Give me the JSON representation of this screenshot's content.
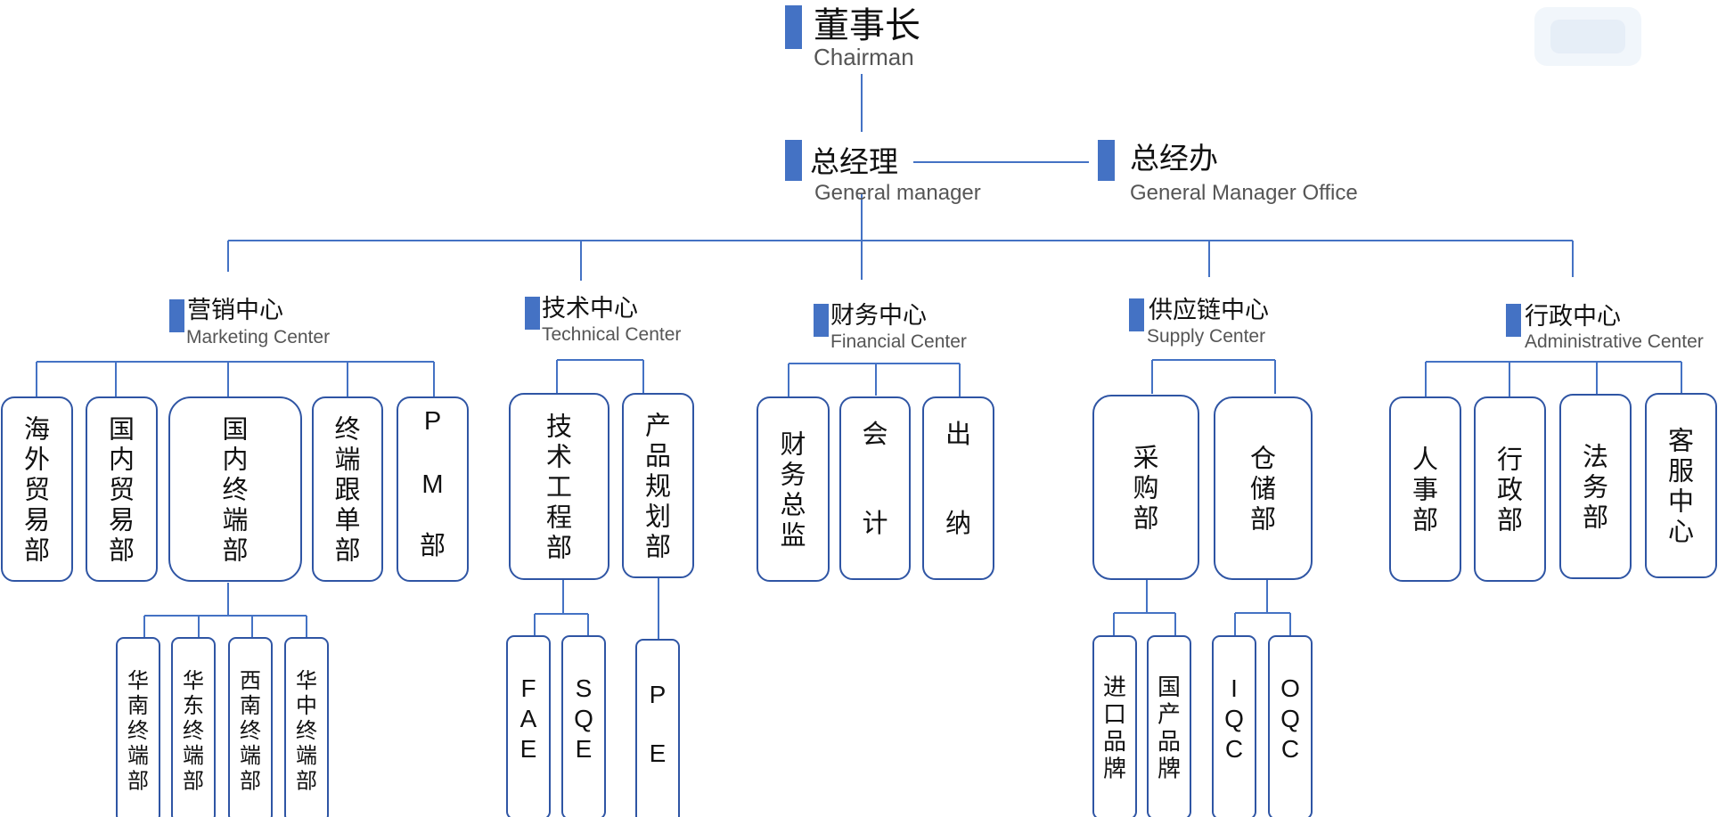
{
  "colors": {
    "line": "#4472c4",
    "marker": "#4472c4",
    "box_border": "#2f55a4",
    "title_text": "#111111",
    "subtitle_text": "#555555"
  },
  "nodes": {
    "chairman": {
      "title": "董事长",
      "subtitle": "Chairman"
    },
    "general_manager": {
      "title": "总经理",
      "subtitle": "General manager"
    },
    "gm_office": {
      "title": "总经办",
      "subtitle": "General Manager Office"
    },
    "marketing": {
      "title": "营销中心",
      "subtitle": "Marketing Center"
    },
    "technical": {
      "title": "技术中心",
      "subtitle": "Technical Center"
    },
    "financial": {
      "title": "财务中心",
      "subtitle": "Financial Center"
    },
    "supply": {
      "title": "供应链中心",
      "subtitle": "Supply Center"
    },
    "admin": {
      "title": "行政中心",
      "subtitle": "Administrative Center"
    }
  },
  "departments": {
    "overseas_trade": "海外贸易部",
    "domestic_trade": "国内贸易部",
    "domestic_terminal": "国内终端部",
    "terminal_follow": "终端跟单部",
    "pm": "PM部",
    "tech_engineering": "技术工程部",
    "product_planning": "产品规划部",
    "finance_director": "财务总监",
    "accounting": "会计",
    "cashier": "出纳",
    "purchasing": "采购部",
    "warehouse": "仓储部",
    "hr": "人事部",
    "administration": "行政部",
    "legal": "法务部",
    "customer_service": "客服中心",
    "south_china": "华南终端部",
    "east_china": "华东终端部",
    "southwest": "西南终端部",
    "central_china": "华中终端部",
    "fae": "FAE",
    "sqe": "SQE",
    "pe": "PE",
    "import_brand": "进口品牌",
    "domestic_brand": "国产品牌",
    "iqc": "IQC",
    "oqc": "OQC"
  }
}
